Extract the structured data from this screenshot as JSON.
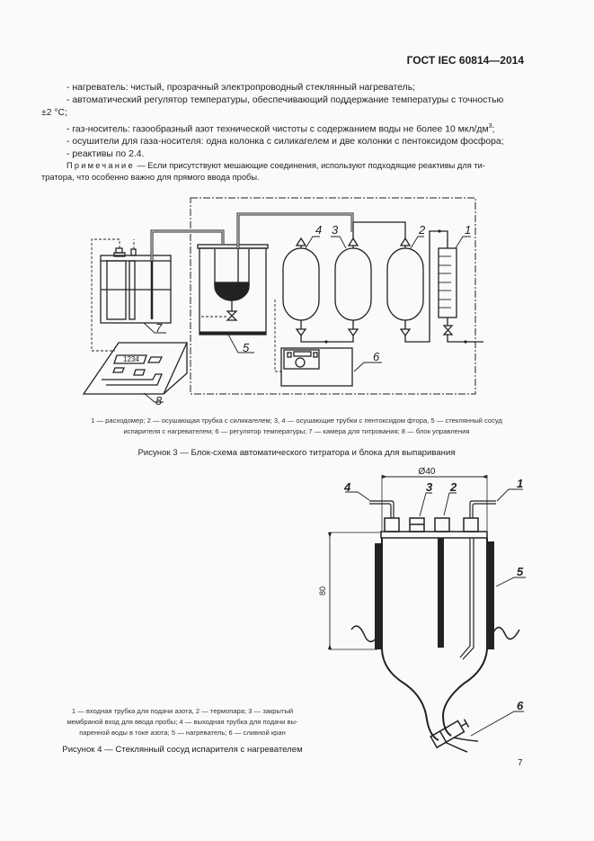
{
  "header": {
    "doc_id": "ГОСТ IEC 60814—2014"
  },
  "body": {
    "items": [
      "- нагреватель: чистый, прозрачный электропроводный стеклянный нагреватель;",
      "- автоматический регулятор температуры, обеспечивающий поддержание температуры с точностью",
      "±2 °C;",
      "- газ-носитель: газообразный азот технической чистоты с содержанием воды не более 10 мкл/дм",
      "- осушители для газа-носителя: одна колонка с силикагелем и две колонки с пентоксидом фосфора;",
      "- реактивы по 2.4."
    ],
    "superscript": "3",
    "item_3_end": ";"
  },
  "note": {
    "label": "Примечание",
    "text_line1": " — Если присутствуют мешающие соединения, используют подходящие реактивы для ти-",
    "text_line2": "тратора, что особенно важно для прямого ввода пробы."
  },
  "figure3": {
    "labels": [
      "1",
      "2",
      "3",
      "4",
      "5",
      "6",
      "7",
      "8"
    ],
    "display_text": "1234",
    "key_line1": "1 — расходомер; 2 — осушающая трубка с силикагелем; 3, 4 — осушающие трубки с пентоксидом фтора, 5 — стеклянный сосуд",
    "key_line2": "испарителя с нагревателем; 6 — регулятор температуры; 7 — камера для титрования; 8 — блок управления",
    "title": "Рисунок 3 — Блок-схема автоматического титратора и блока для выпаривания"
  },
  "figure4": {
    "labels": [
      "1",
      "2",
      "3",
      "4",
      "5",
      "6"
    ],
    "dim_diameter": "Ø40",
    "dim_height": "80",
    "key_line1": "1 — входная трубка для подачи азота, 2 — термопара; 3 — закрытый",
    "key_line2": "мембраной вход для ввода пробы; 4 — выходная трубка для подачи вы-",
    "key_line3": "паренной воды в токе азота; 5 — нагреватель; 6 — сливной кран",
    "title": "Рисунок 4 — Стеклянный сосуд испарителя с нагревателем"
  },
  "footer": {
    "page_number": "7"
  }
}
